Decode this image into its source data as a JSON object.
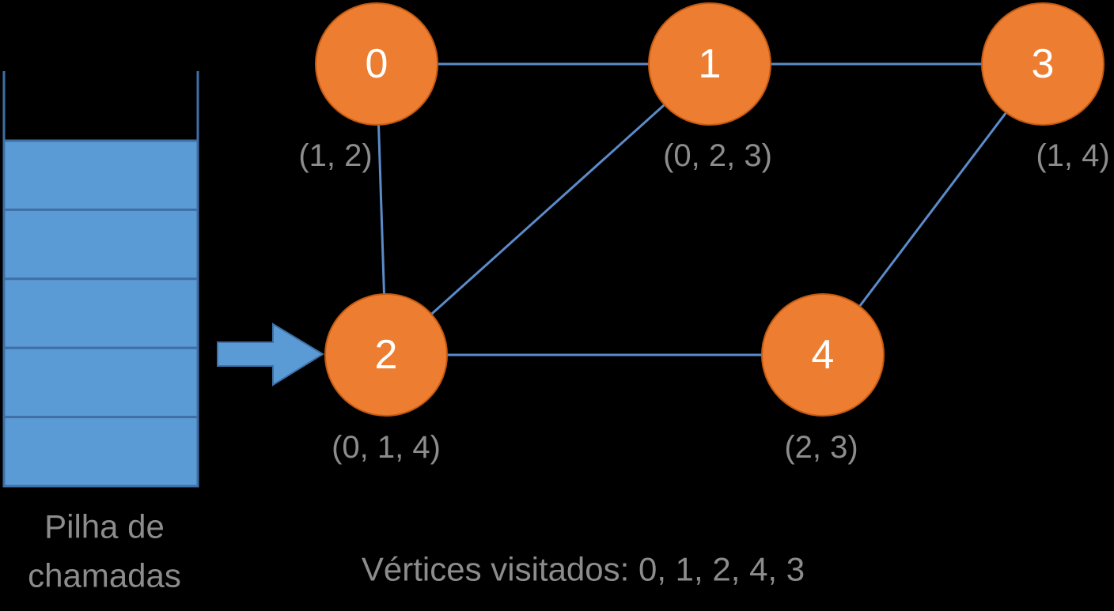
{
  "colors": {
    "background": "#000000",
    "node_fill": "#ed7d31",
    "node_stroke": "#c55a11",
    "edge": "#5b8bc9",
    "stack_fill": "#5b9bd5",
    "stack_border": "#3f6fa6",
    "text_gray": "#8c8c8c",
    "node_text": "#ffffff"
  },
  "stack": {
    "label_line1": "Pilha de",
    "label_line2": "chamadas",
    "slot_count": 5,
    "pointer_icon": "arrow-right-icon"
  },
  "graph": {
    "nodes": [
      {
        "id": "0",
        "label": "0",
        "adjacency": "(1, 2)"
      },
      {
        "id": "1",
        "label": "1",
        "adjacency": "(0, 2, 3)"
      },
      {
        "id": "3",
        "label": "3",
        "adjacency": "(1, 4)"
      },
      {
        "id": "2",
        "label": "2",
        "adjacency": "(0, 1, 4)"
      },
      {
        "id": "4",
        "label": "4",
        "adjacency": "(2, 3)"
      }
    ],
    "edges": [
      [
        "0",
        "1"
      ],
      [
        "1",
        "3"
      ],
      [
        "0",
        "2"
      ],
      [
        "1",
        "2"
      ],
      [
        "3",
        "4"
      ],
      [
        "2",
        "4"
      ]
    ]
  },
  "caption": "Vértices visitados: 0, 1, 2, 4, 3"
}
